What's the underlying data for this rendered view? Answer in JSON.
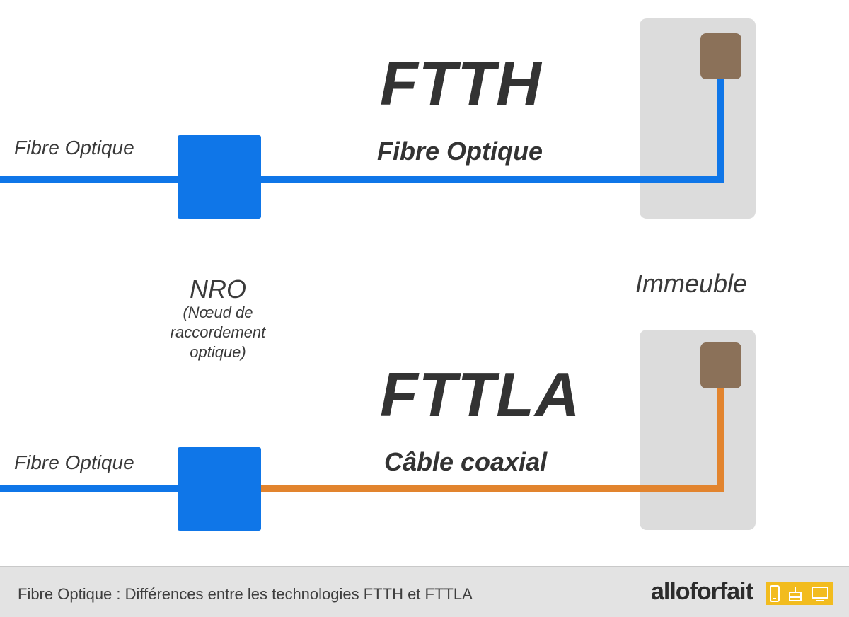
{
  "ftth": {
    "title": "FTTH",
    "sub_label": "Fibre Optique",
    "input_label": "Fibre Optique"
  },
  "fttla": {
    "title": "FTTLA",
    "sub_label": "Câble coaxial",
    "input_label": "Fibre Optique"
  },
  "nro": {
    "title": "NRO",
    "desc_line1": "(Nœud de",
    "desc_line2": "raccordement",
    "desc_line3": "optique)"
  },
  "building": {
    "label": "Immeuble"
  },
  "footer": {
    "caption": "Fibre Optique : Différences entre les technologies FTTH et FTTLA",
    "brand": "alloforfait"
  },
  "colors": {
    "fiber": "#0f76e8",
    "coax": "#e2842e",
    "terminal": "#8b7159",
    "building": "#dcdcdc",
    "brand_accent": "#f2bc1e"
  },
  "icons": [
    "phone-icon",
    "router-icon",
    "tv-icon"
  ]
}
